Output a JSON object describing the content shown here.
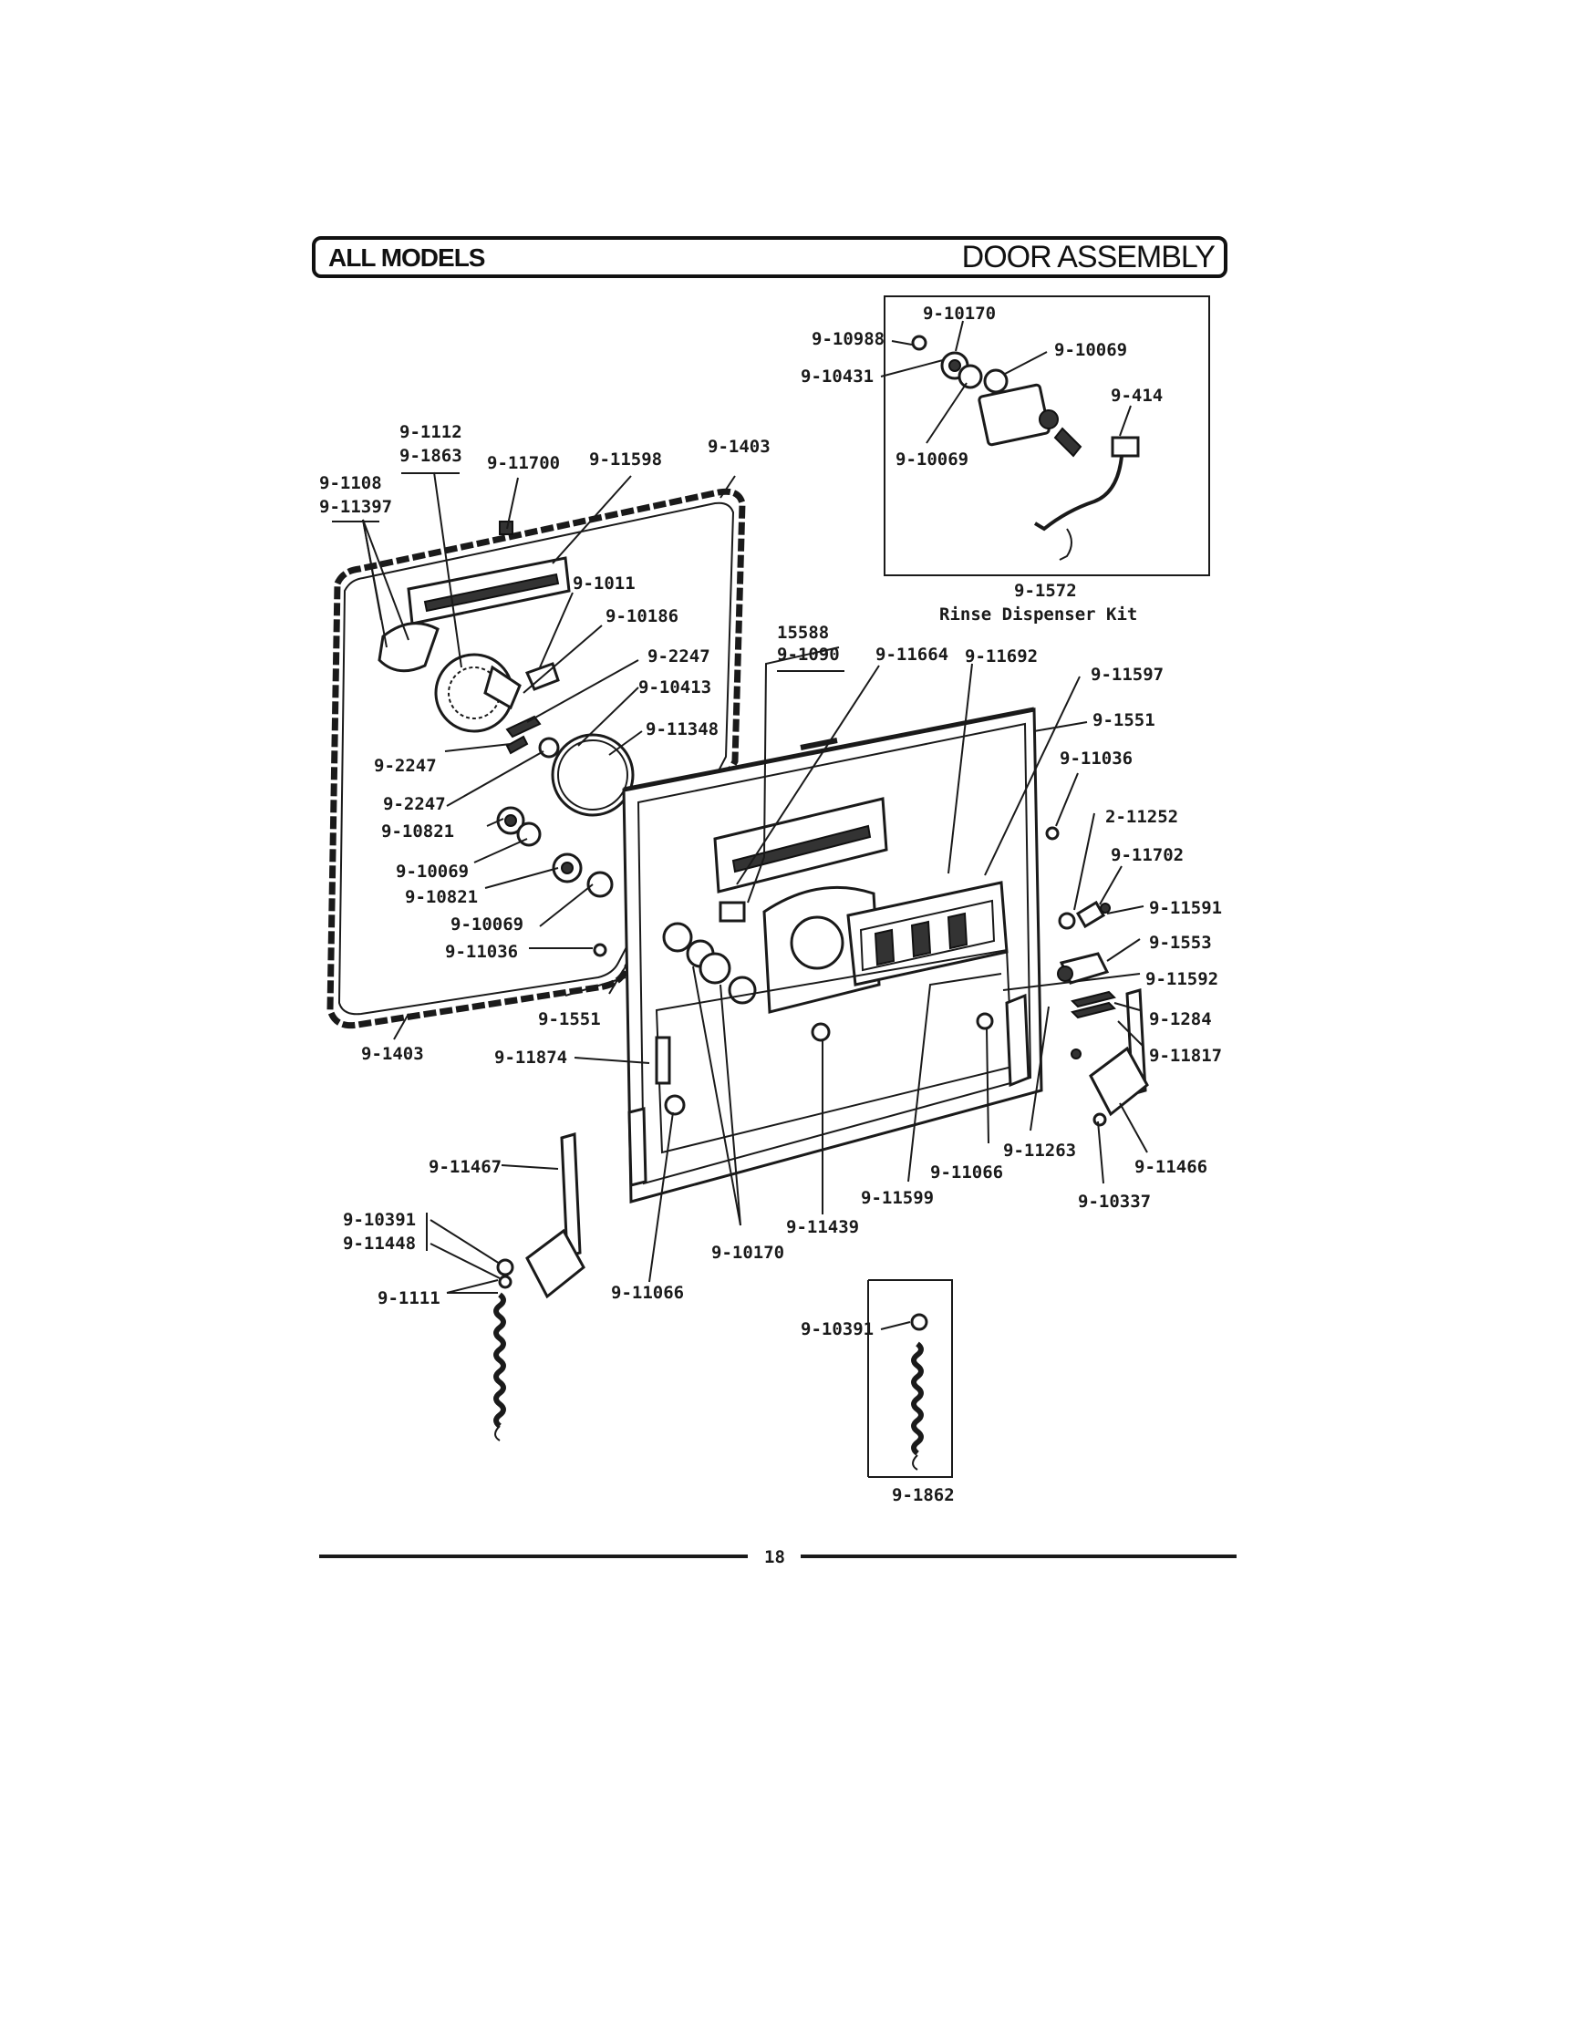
{
  "header": {
    "left": "ALL MODELS",
    "right": "DOOR ASSEMBLY"
  },
  "page_number": "18",
  "kits": {
    "rinse": {
      "part": "9-1572",
      "caption": "Rinse Dispenser Kit"
    },
    "spring": {
      "part": "9-1862"
    }
  },
  "labels": {
    "l_10170_top": "9-10170",
    "l_10988": "9-10988",
    "l_10069_a": "9-10069",
    "l_10431": "9-10431",
    "l_414": "9-414",
    "l_10069_b": "9-10069",
    "l_1112": "9-1112",
    "l_1863": "9-1863",
    "l_11700": "9-11700",
    "l_11598": "9-11598",
    "l_1403_top": "9-1403",
    "l_1108": "9-1108",
    "l_11397": "9-11397",
    "l_1011": "9-1011",
    "l_10186": "9-10186",
    "l_15588": "15588",
    "l_1090": "9-1090",
    "l_11664": "9-11664",
    "l_11692": "9-11692",
    "l_11597": "9-11597",
    "l_2247_a": "9-2247",
    "l_10413": "9-10413",
    "l_1551_r": "9-1551",
    "l_11348": "9-11348",
    "l_11036_r": "9-11036",
    "l_2247_b": "9-2247",
    "l_2247_c": "9-2247",
    "l_11252": "2-11252",
    "l_10821_a": "9-10821",
    "l_11702": "9-11702",
    "l_10069_c": "9-10069",
    "l_11591": "9-11591",
    "l_10821_b": "9-10821",
    "l_1553": "9-1553",
    "l_10069_d": "9-10069",
    "l_11036_l": "9-11036",
    "l_11592": "9-11592",
    "l_1284": "9-1284",
    "l_1551_l": "9-1551",
    "l_1403_bot": "9-1403",
    "l_11874": "9-11874",
    "l_11817": "9-11817",
    "l_11263": "9-11263",
    "l_11467": "9-11467",
    "l_11066_r": "9-11066",
    "l_11466": "9-11466",
    "l_11599": "9-11599",
    "l_10337": "9-10337",
    "l_10391_a": "9-10391",
    "l_11448": "9-11448",
    "l_11439": "9-11439",
    "l_10170_bot": "9-10170",
    "l_1111": "9-1111",
    "l_11066_l": "9-11066",
    "l_10391_b": "9-10391"
  }
}
